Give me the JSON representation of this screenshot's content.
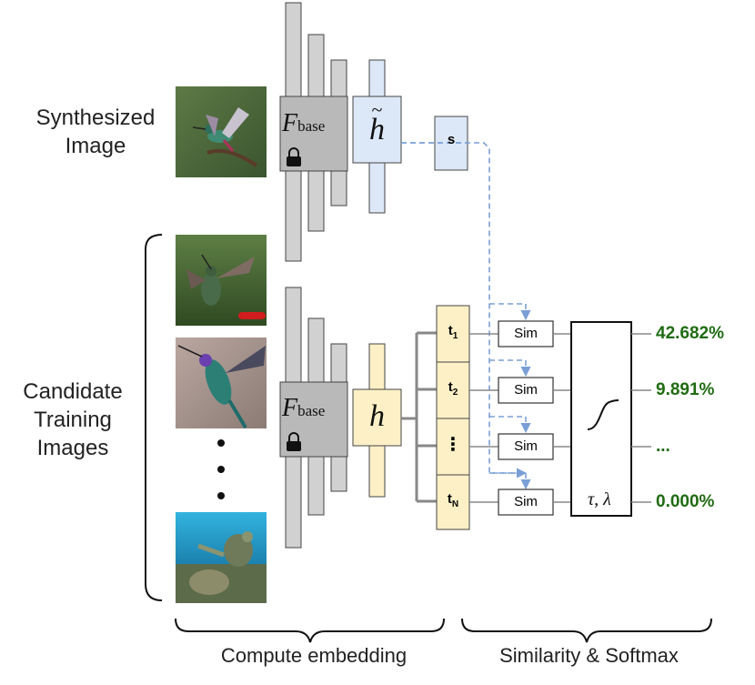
{
  "labels": {
    "synthesized": "Synthesized\nImage",
    "candidates": "Candidate\nTraining\nImages",
    "compute": "Compute embedding",
    "similarity": "Similarity & Softmax"
  },
  "math": {
    "f": "F",
    "f_sub": "base",
    "h": "h",
    "s": "s",
    "tau_lambda": "τ, λ"
  },
  "tokens": [
    {
      "main": "t",
      "sub": "1"
    },
    {
      "main": "t",
      "sub": "2"
    },
    {
      "main": "⋮",
      "sub": ""
    },
    {
      "main": "t",
      "sub": "N"
    }
  ],
  "sim_label": "Sim",
  "outputs": [
    "42.682%",
    "9.891%",
    "...",
    "0.000%"
  ],
  "colors": {
    "gray_block": "#cfcfcf",
    "gray_dark": "#b9b9b9",
    "blue_block": "#dde8f6",
    "yellow_block": "#fdf0c6",
    "dash_blue": "#7a9fd6",
    "green_text": "#1f6b12"
  },
  "icons": [
    "lock-icon",
    "sigmoid-icon",
    "vertical-ellipsis-icon"
  ]
}
